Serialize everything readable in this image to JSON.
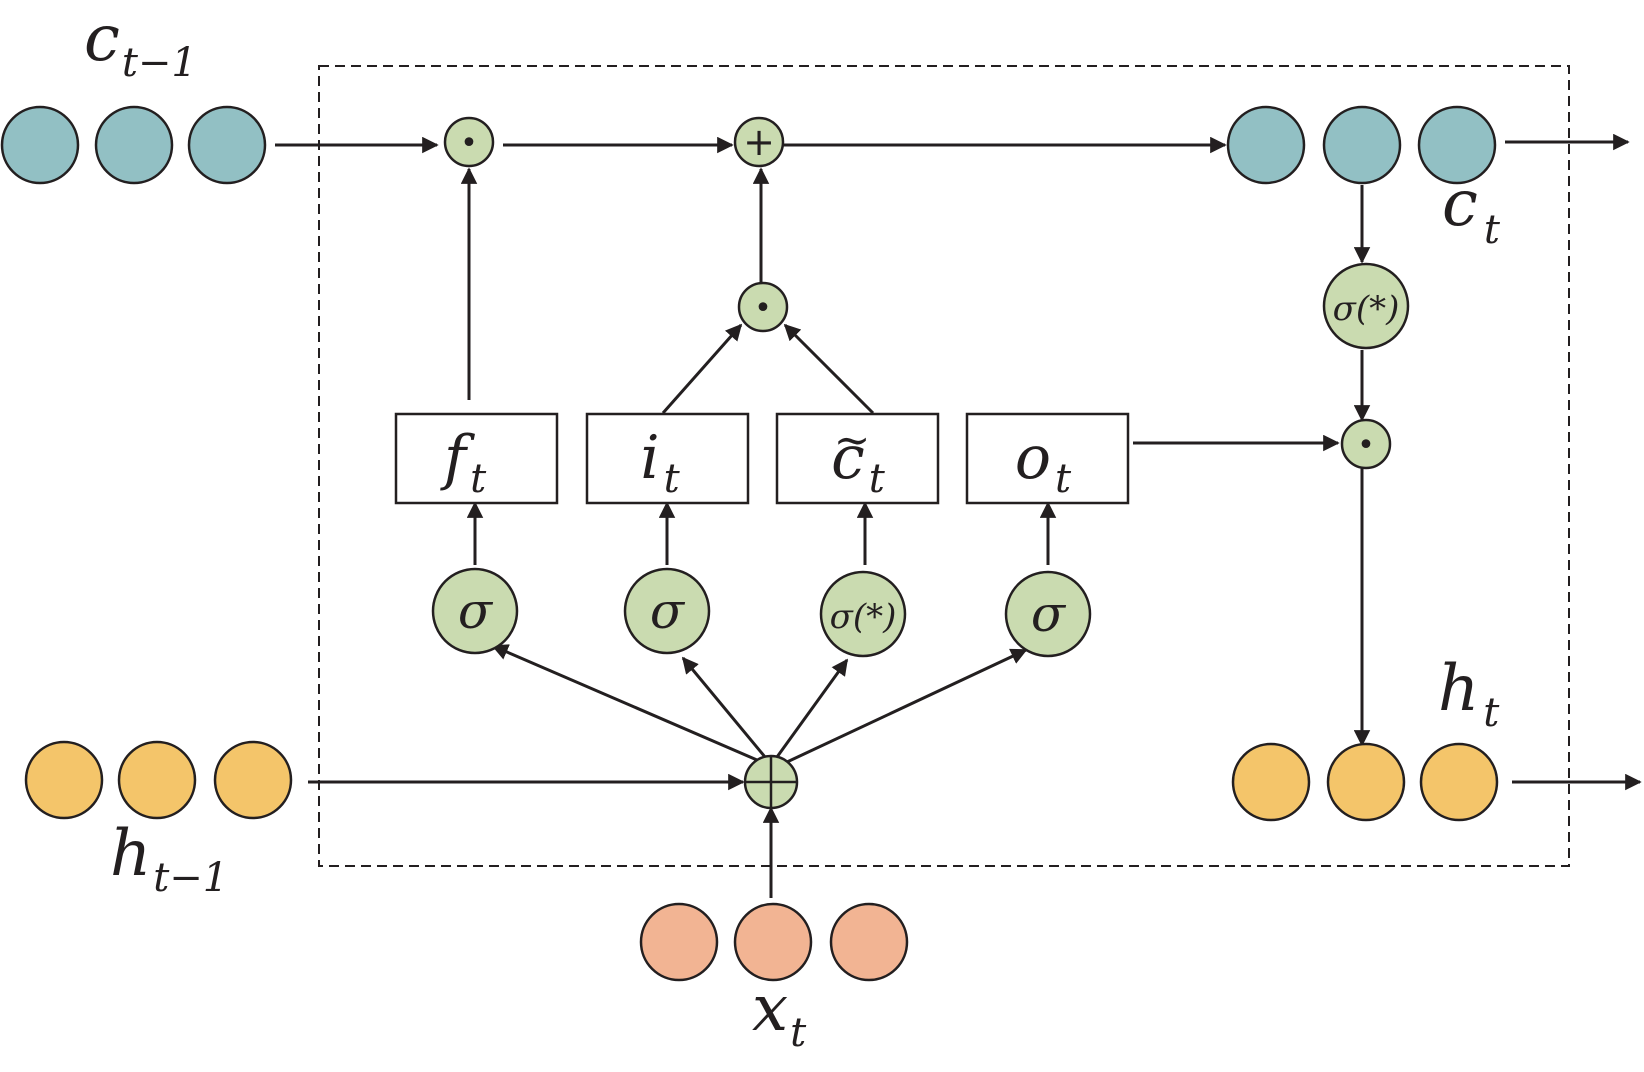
{
  "labels": {
    "c_prev": {
      "base": "c",
      "sub": "t−1"
    },
    "h_prev": {
      "base": "h",
      "sub": "t−1"
    },
    "x_t": {
      "base": "x",
      "sub": "t"
    },
    "c_t": {
      "base": "c",
      "sub": "t"
    },
    "h_t": {
      "base": "h",
      "sub": "t"
    }
  },
  "gates": [
    {
      "id": "forget",
      "base": "f",
      "sub": "t"
    },
    {
      "id": "input",
      "base": "i",
      "sub": "t"
    },
    {
      "id": "candidate",
      "base": "c",
      "tilde": "~",
      "sub": "t"
    },
    {
      "id": "output",
      "base": "o",
      "sub": "t"
    }
  ],
  "activations": {
    "sigma": "σ",
    "sigma_star": "σ(*)"
  },
  "operators": {
    "hadamard": "•",
    "add": "+"
  },
  "colors": {
    "cell_state": "#92c0c4",
    "hidden_state": "#f4c56a",
    "input": "#f2b493",
    "activation": "#cadbb0",
    "line": "#231f20"
  }
}
